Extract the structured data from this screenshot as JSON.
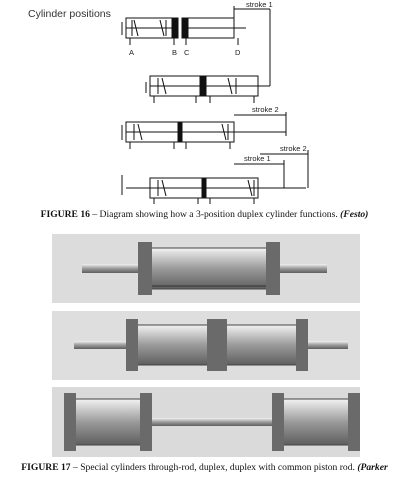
{
  "diagram": {
    "heading": "Cylinder positions",
    "position_labels": [
      "A",
      "B",
      "C",
      "D"
    ],
    "stroke_labels": [
      "stroke 1",
      "stroke 2",
      "stroke 1",
      "stroke 2"
    ]
  },
  "figure16": {
    "number": "FIGURE 16",
    "text": " – Diagram showing how a 3-position duplex cylinder functions. ",
    "source": "(Festo)"
  },
  "figure17": {
    "number": "FIGURE 17",
    "text": " – Special cylinders through-rod, duplex, duplex with common piston rod. ",
    "source": "(Parker"
  },
  "colors": {
    "line": "#111111",
    "photo_bg": "#d9d9d9"
  }
}
